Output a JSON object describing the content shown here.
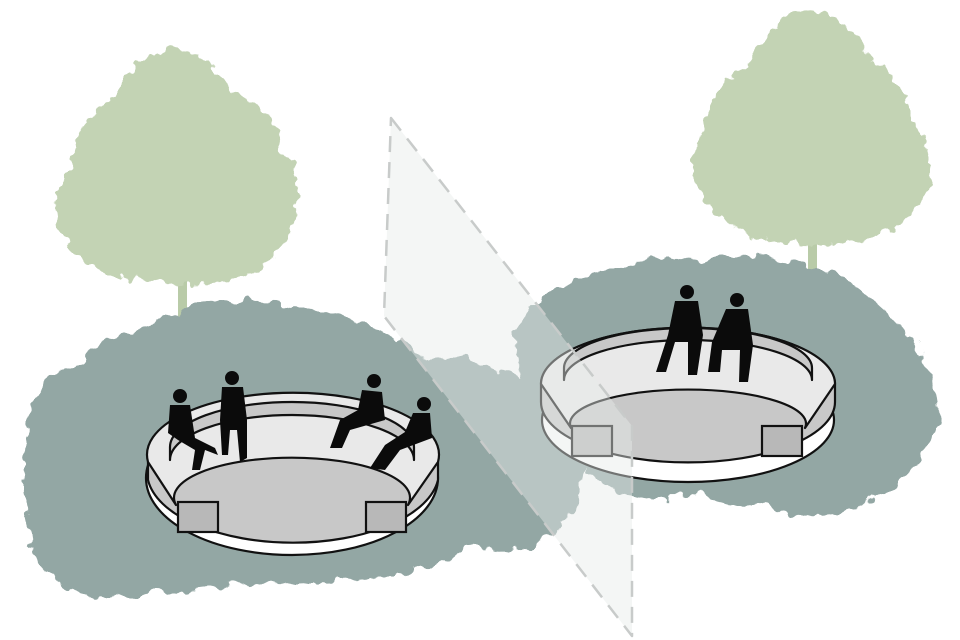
{
  "scene": {
    "colors": {
      "background": "#ffffff",
      "tree_foliage": "#c3d3b4",
      "tree_trunk": "#b9cba8",
      "shrub": "#93a7a4",
      "bench_top": "#e9e9e9",
      "bench_side": "#c8c8c8",
      "bench_end": "#b8b8b8",
      "outline": "#111111",
      "silhouette": "#0b0b0b",
      "divider_plane": "#e6ece9",
      "divider_dash": "#c8cbca"
    },
    "groups": [
      {
        "id": "left",
        "trees": 1,
        "shrub_masses": 1,
        "benches": 1,
        "people": 4
      },
      {
        "id": "right",
        "trees": 1,
        "shrub_masses": 1,
        "benches": 1,
        "people": 2
      }
    ],
    "divider": {
      "style": "dashed translucent plane"
    }
  }
}
